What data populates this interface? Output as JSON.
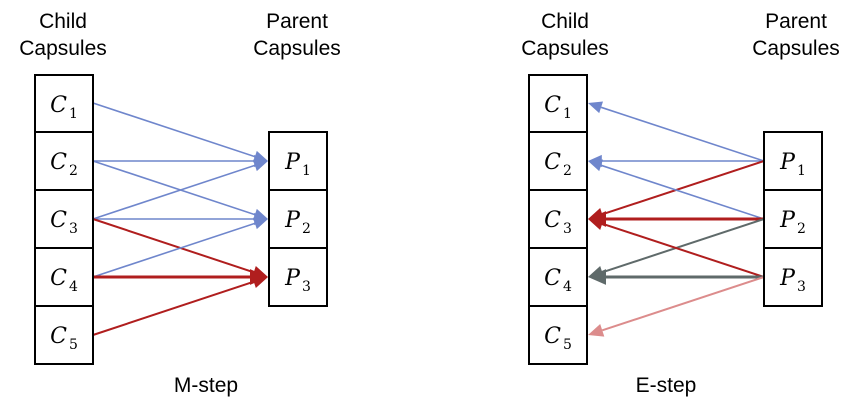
{
  "mstep": {
    "child_header": [
      "Child",
      "Capsules"
    ],
    "parent_header": [
      "Parent",
      "Capsules"
    ],
    "caption": "M-step",
    "children": [
      {
        "var": "C",
        "sub": "1"
      },
      {
        "var": "C",
        "sub": "2"
      },
      {
        "var": "C",
        "sub": "3"
      },
      {
        "var": "C",
        "sub": "4"
      },
      {
        "var": "C",
        "sub": "5"
      }
    ],
    "parents": [
      {
        "var": "P",
        "sub": "1"
      },
      {
        "var": "P",
        "sub": "2"
      },
      {
        "var": "P",
        "sub": "3"
      }
    ]
  },
  "estep": {
    "child_header": [
      "Child",
      "Capsules"
    ],
    "parent_header": [
      "Parent",
      "Capsules"
    ],
    "caption": "E-step",
    "children": [
      {
        "var": "C",
        "sub": "1"
      },
      {
        "var": "C",
        "sub": "2"
      },
      {
        "var": "C",
        "sub": "3"
      },
      {
        "var": "C",
        "sub": "4"
      },
      {
        "var": "C",
        "sub": "5"
      }
    ],
    "parents": [
      {
        "var": "P",
        "sub": "1"
      },
      {
        "var": "P",
        "sub": "2"
      },
      {
        "var": "P",
        "sub": "3"
      }
    ]
  },
  "colors": {
    "blue": "#6f86cc",
    "red": "#b01e1e",
    "gray": "#5f6a6a",
    "pink": "#dc8c8c"
  },
  "mstep_edges": [
    {
      "from": 1,
      "to": 1,
      "color": "blue",
      "width": 1.6
    },
    {
      "from": 2,
      "to": 1,
      "color": "blue",
      "width": 1.6
    },
    {
      "from": 2,
      "to": 2,
      "color": "blue",
      "width": 1.6
    },
    {
      "from": 3,
      "to": 1,
      "color": "blue",
      "width": 1.6
    },
    {
      "from": 3,
      "to": 2,
      "color": "blue",
      "width": 1.6
    },
    {
      "from": 3,
      "to": 3,
      "color": "red",
      "width": 2
    },
    {
      "from": 4,
      "to": 2,
      "color": "blue",
      "width": 1.6
    },
    {
      "from": 4,
      "to": 3,
      "color": "red",
      "width": 3
    },
    {
      "from": 5,
      "to": 3,
      "color": "red",
      "width": 2
    }
  ],
  "estep_edges": [
    {
      "from": 1,
      "to": 1,
      "color": "blue",
      "width": 1.6
    },
    {
      "from": 1,
      "to": 2,
      "color": "blue",
      "width": 1.6
    },
    {
      "from": 1,
      "to": 3,
      "color": "red",
      "width": 2
    },
    {
      "from": 2,
      "to": 2,
      "color": "blue",
      "width": 1.6
    },
    {
      "from": 2,
      "to": 3,
      "color": "red",
      "width": 3
    },
    {
      "from": 2,
      "to": 4,
      "color": "gray",
      "width": 2
    },
    {
      "from": 3,
      "to": 3,
      "color": "red",
      "width": 2
    },
    {
      "from": 3,
      "to": 4,
      "color": "gray",
      "width": 3
    },
    {
      "from": 3,
      "to": 5,
      "color": "pink",
      "width": 2
    }
  ]
}
